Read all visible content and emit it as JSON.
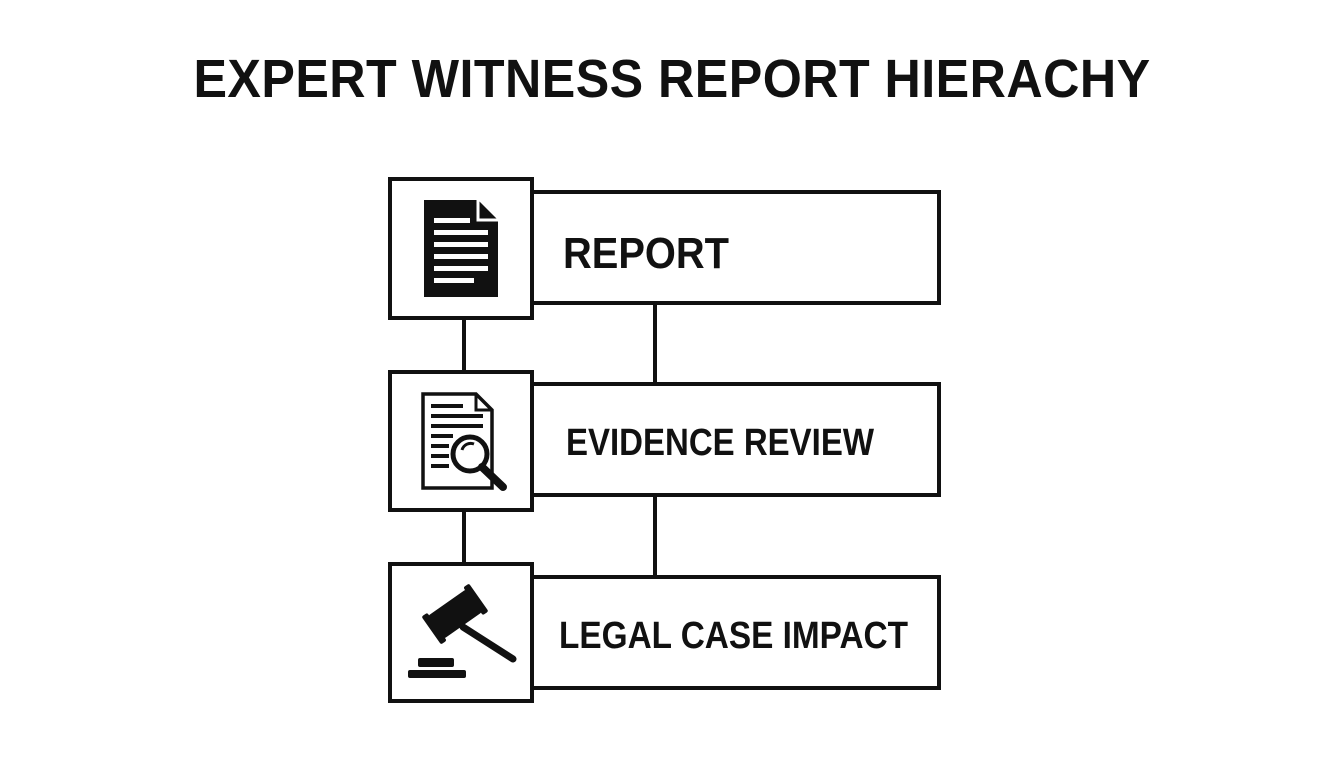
{
  "title": "EXPERT WITNESS REPORT HIERACHY",
  "levels": [
    {
      "label": "REPORT",
      "icon": "document-icon"
    },
    {
      "label": "EVIDENCE REVIEW",
      "icon": "document-search-icon"
    },
    {
      "label": "LEGAL CASE IMPACT",
      "icon": "gavel-icon"
    }
  ],
  "colors": {
    "stroke": "#111111",
    "background": "#ffffff"
  }
}
